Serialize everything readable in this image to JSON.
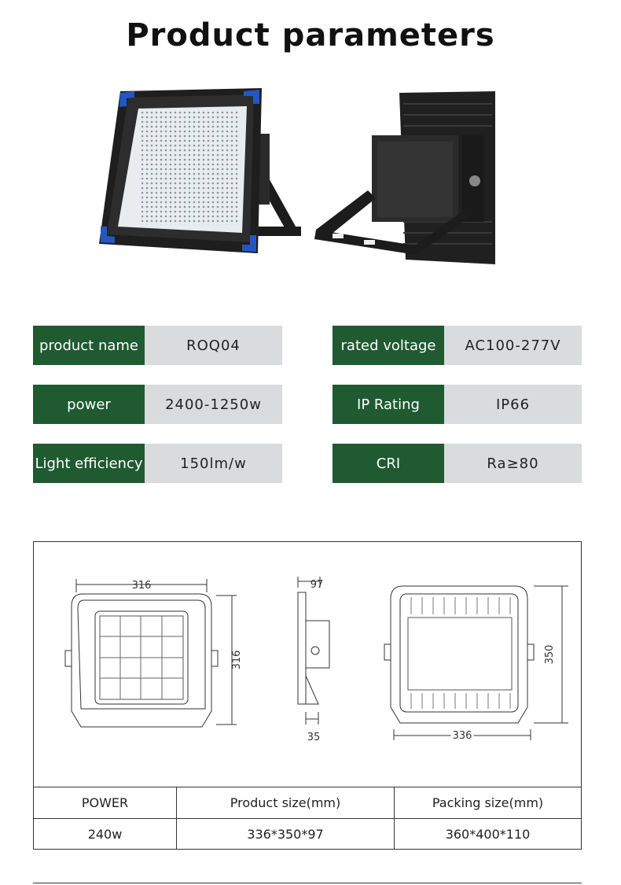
{
  "title": "Product parameters",
  "params": {
    "product_name": {
      "label": "product name",
      "value": "ROQ04"
    },
    "rated_voltage": {
      "label": "rated voltage",
      "value": "AC100-277V"
    },
    "power": {
      "label": "power",
      "value": "2400-1250w"
    },
    "ip_rating": {
      "label": "IP Rating",
      "value": "IP66"
    },
    "light_efficiency": {
      "label": "Light efficiency",
      "value": "150lm/w"
    },
    "cri": {
      "label": "CRI",
      "value": "Ra≥80"
    }
  },
  "dimensions": {
    "front_width": "316",
    "front_height": "316",
    "side_depth": "97",
    "side_bracket": "35",
    "back_height": "350",
    "back_width": "336"
  },
  "table": {
    "headers": [
      "POWER",
      "Product  size(mm)",
      "Packing  size(mm)"
    ],
    "row": [
      "240w",
      "336*350*97",
      "360*400*110"
    ]
  },
  "colors": {
    "label_bg": "#1f5a31",
    "value_bg": "#d9dbdc",
    "accent_blue": "#2457c5"
  }
}
